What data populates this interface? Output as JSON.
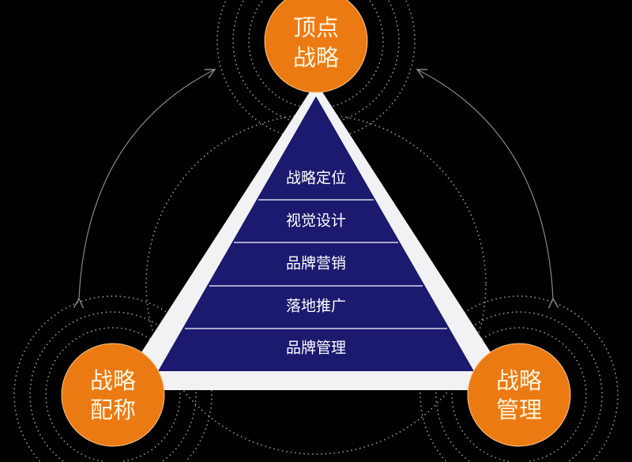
{
  "colors": {
    "background": "#000000",
    "circle": "#ec7a12",
    "pyramid": "#1c1a6e",
    "frame": "#f2f2f4"
  },
  "nodes": {
    "top": {
      "line1": "顶点",
      "line2": "战略"
    },
    "left": {
      "line1": "战略",
      "line2": "配称"
    },
    "right": {
      "line1": "战略",
      "line2": "管理"
    }
  },
  "pyramid_layers": [
    "战略定位",
    "视觉设计",
    "品牌营销",
    "落地推广",
    "品牌管理"
  ]
}
